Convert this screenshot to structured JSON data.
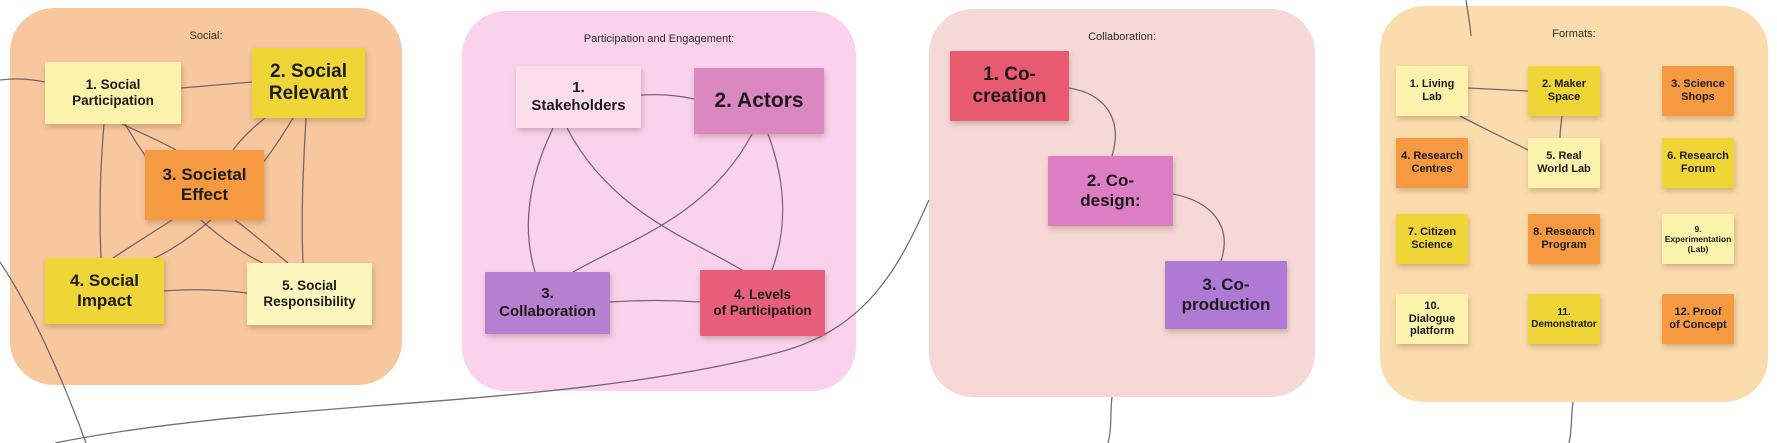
{
  "board": {
    "background": "#FFFFFF"
  },
  "palette": {
    "connector": "#5B5563"
  },
  "groups": [
    {
      "label": "Social:",
      "bg": "#F8C79D",
      "notes": [
        {
          "label": "1. Social\nParticipation",
          "color": "#FBF2AC"
        },
        {
          "label": "2. Social\nRelevant",
          "color": "#EFD636"
        },
        {
          "label": "3. Societal\nEffect",
          "color": "#F59A40"
        },
        {
          "label": "4. Social\nImpact",
          "color": "#EFD636"
        },
        {
          "label": "5. Social\nResponsibility",
          "color": "#FCF6BE"
        }
      ]
    },
    {
      "label": "Participation and Engagement:",
      "bg": "#FAD2EC",
      "notes": [
        {
          "label": "1.\nStakeholders",
          "color": "#FBDEE9"
        },
        {
          "label": "2. Actors",
          "color": "#DB87C2"
        },
        {
          "label": "3.\nCollaboration",
          "color": "#B67FCF"
        },
        {
          "label": "4. Levels\nof Participation",
          "color": "#E85F7B"
        }
      ]
    },
    {
      "label": "Collaboration:",
      "bg": "#F6D9D7",
      "notes": [
        {
          "label": "1. Co-\ncreation",
          "color": "#E85A70"
        },
        {
          "label": "2. Co-\ndesign:",
          "color": "#DD7EC4"
        },
        {
          "label": "3. Co-\nproduction",
          "color": "#AF79D6"
        }
      ]
    },
    {
      "label": "Formats:",
      "bg": "#FBDCAD",
      "notes": [
        {
          "label": "1. Living\nLab",
          "color": "#FBF2AC"
        },
        {
          "label": "2. Maker\nSpace",
          "color": "#EFD636"
        },
        {
          "label": "3. Science\nShops",
          "color": "#F59A40"
        },
        {
          "label": "4. Research\nCentres",
          "color": "#F59A40"
        },
        {
          "label": "5. Real\nWorld Lab",
          "color": "#FBF2AC"
        },
        {
          "label": "6. Research\nForum",
          "color": "#EFD636"
        },
        {
          "label": "7. Citizen\nScience",
          "color": "#EFD636"
        },
        {
          "label": "8. Research\nProgram",
          "color": "#F59A40"
        },
        {
          "label": "9.\nExperimentation\n(Lab)",
          "color": "#FBF2AC"
        },
        {
          "label": "10. Dialogue\nplatform",
          "color": "#FBF2AC"
        },
        {
          "label": "11.\nDemonstrator",
          "color": "#EFD636"
        },
        {
          "label": "12. Proof\nof Concept",
          "color": "#F59A40"
        }
      ]
    }
  ]
}
